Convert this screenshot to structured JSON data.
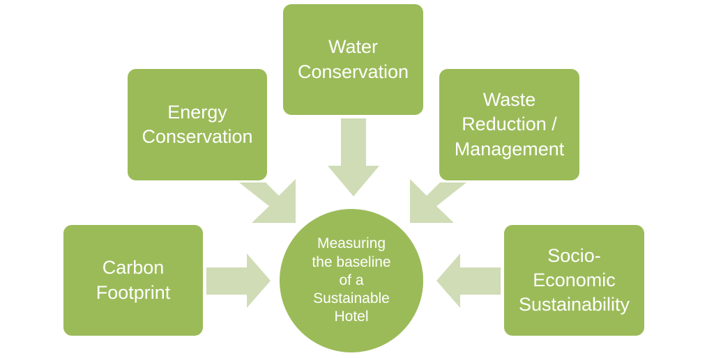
{
  "diagram": {
    "center": {
      "label": "Measuring\nthe baseline\nof a\nSustainable\nHotel"
    },
    "nodes": [
      {
        "id": "water",
        "label": "Water\nConservation"
      },
      {
        "id": "energy",
        "label": "Energy\nConservation"
      },
      {
        "id": "waste",
        "label": "Waste\nReduction /\nManagement"
      },
      {
        "id": "carbon",
        "label": "Carbon\nFootprint"
      },
      {
        "id": "socio",
        "label": "Socio-\nEconomic\nSustainability"
      }
    ]
  },
  "colors": {
    "node_fill": "#9bbb59",
    "arrow_fill": "#cfdcb5",
    "text": "#ffffff"
  }
}
